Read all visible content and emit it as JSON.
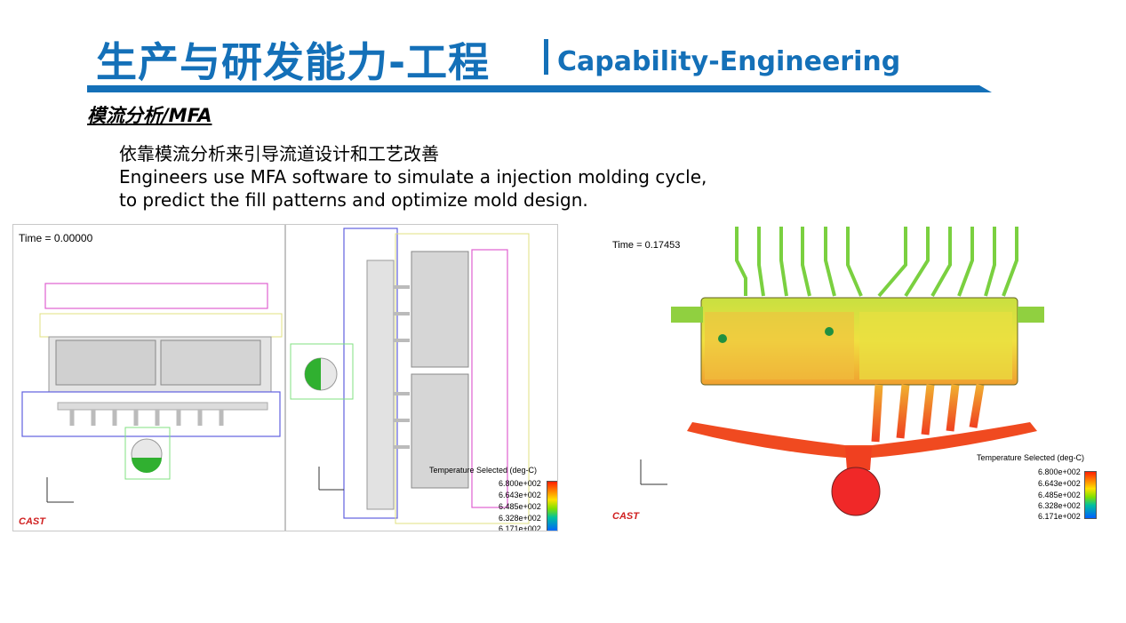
{
  "header": {
    "title_cn": "生产与研发能力-工程",
    "title_en": "Capability-Engineering",
    "accent_color": "#1470b8"
  },
  "section": {
    "subheading": "模流分析/MFA",
    "desc_cn": "依靠模流分析来引导流道设计和工艺改善",
    "desc_en_line1": "Engineers use MFA software to simulate a injection molding cycle,",
    "desc_en_line2": "to predict the fill patterns and optimize mold design."
  },
  "left_sim": {
    "time": "Time = 0.00000",
    "legend_title": "Temperature Selected (deg-C)",
    "legend_values": [
      "6.800e+002",
      "6.643e+002",
      "6.485e+002",
      "6.328e+002",
      "6.171e+002"
    ],
    "logo": "CAST"
  },
  "right_sim": {
    "time": "Time = 0.17453",
    "legend_title": "Temperature Selected (deg-C)",
    "legend_values": [
      "6.800e+002",
      "6.643e+002",
      "6.485e+002",
      "6.328e+002",
      "6.171e+002"
    ],
    "logo": "CAST"
  }
}
